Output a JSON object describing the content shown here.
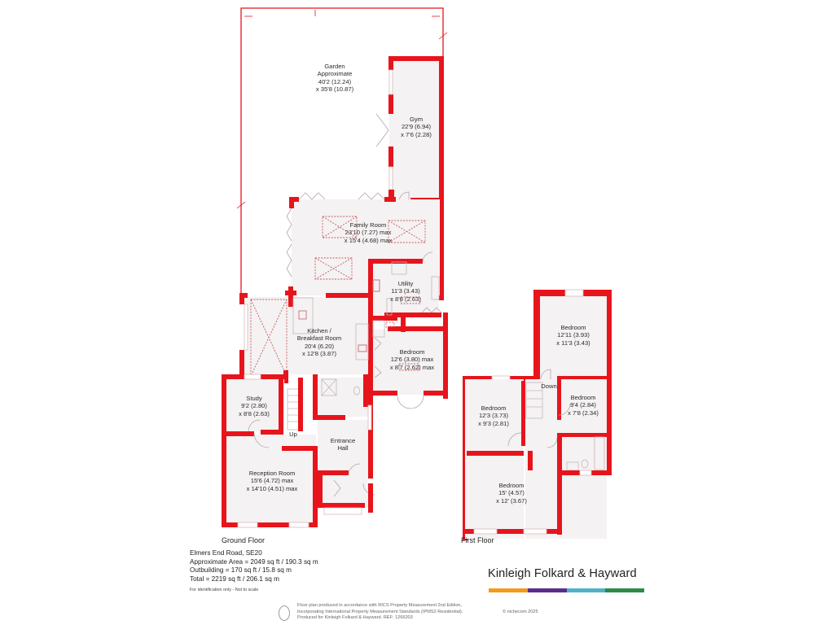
{
  "floors": {
    "ground": "Ground Floor",
    "first": "First Floor"
  },
  "rooms": {
    "garden": {
      "name": "Garden",
      "note": "Approximate",
      "dim1": "40'2 (12.24)",
      "dim2": "x 35'8 (10.87)"
    },
    "gym": {
      "name": "Gym",
      "dim1": "22'9 (6.94)",
      "dim2": "x 7'6 (2.28)"
    },
    "family": {
      "name": "Family Room",
      "dim1": "23'10 (7.27) max",
      "dim2": "x 15'4 (4.68) max"
    },
    "utility": {
      "name": "Utility",
      "dim1": "11'3 (3.43)",
      "dim2": "x 8'8 (2.63)"
    },
    "kitchen": {
      "name": "Kitchen /",
      "name2": "Breakfast Room",
      "dim1": "20'4 (6.20)",
      "dim2": "x 12'8 (3.87)"
    },
    "bedroom_ground": {
      "name": "Bedroom",
      "dim1": "12'6 (3.80) max",
      "dim2": "x 8'7 (2.62) max"
    },
    "study": {
      "name": "Study",
      "dim1": "9'2 (2.80)",
      "dim2": "x 8'8 (2.63)"
    },
    "entrance": {
      "name": "Entrance",
      "name2": "Hall"
    },
    "reception": {
      "name": "Reception Room",
      "dim1": "15'6 (4.72) max",
      "dim2": "x 14'10 (4.51) max"
    },
    "bedroom1": {
      "name": "Bedroom",
      "dim1": "12'11 (3.93)",
      "dim2": "x 11'3 (3.43)"
    },
    "bedroom2": {
      "name": "Bedroom",
      "dim1": "12'3 (3.73)",
      "dim2": "x 9'3 (2.81)"
    },
    "bedroom3": {
      "name": "Bedroom",
      "dim1": "9'4 (2.84)",
      "dim2": "x 7'8 (2.34)"
    },
    "bedroom4": {
      "name": "Bedroom",
      "dim1": "15' (4.57)",
      "dim2": "x 12' (3.67)"
    }
  },
  "stairs": {
    "up": "Up",
    "down": "Down"
  },
  "info": {
    "address": "Elmers End Road, SE20",
    "area": "Approximate Area = 2049 sq ft / 190.3 sq m",
    "outbuilding": "Outbuilding = 170 sq ft / 15.8 sq m",
    "total": "Total = 2219 sq ft / 206.1 sq m",
    "disclaimer": "For identification only - Not to scale"
  },
  "brand": {
    "name": "Kinleigh Folkard & Hayward",
    "colors": [
      "#f39a1e",
      "#5b2d8c",
      "#4fb3c8",
      "#2e8b47"
    ]
  },
  "footer": {
    "line1": "Floor plan produced in accordance with RICS Property Measurement 2nd Edition,",
    "line2": "Incorporating International Property Measurement Standards (IPMS2 Residential).",
    "line3": "Produced for Kinleigh Folkard & Hayward.   REF: 1266203",
    "copyright": "© nichecom 2025"
  },
  "colors": {
    "wall": "#e8141c",
    "floor": "#f4f2f3"
  }
}
